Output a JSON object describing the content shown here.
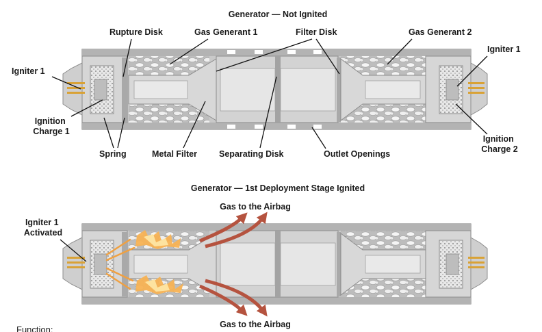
{
  "top": {
    "title": "Generator — Not Ignited",
    "labels": {
      "igniter_left": "Igniter 1",
      "ignition_charge_1": "Ignition\nCharge 1",
      "rupture_disk": "Rupture Disk",
      "gas_generant_1": "Gas Generant 1",
      "filter_disk": "Filter Disk",
      "gas_generant_2": "Gas Generant 2",
      "igniter_right": "Igniter 1",
      "ignition_charge_2": "Ignition\nCharge 2",
      "spring": "Spring",
      "metal_filter": "Metal Filter",
      "separating_disk": "Separating Disk",
      "outlet_openings": "Outlet Openings"
    }
  },
  "bottom": {
    "title": "Generator — 1st Deployment Stage Ignited",
    "labels": {
      "igniter_activated": "Igniter 1\nActivated",
      "gas_top": "Gas to the Airbag",
      "gas_bottom": "Gas to the Airbag"
    }
  },
  "footer": {
    "text": "Function:"
  },
  "colors": {
    "housing": "#c4c4c4",
    "housing_dark": "#8f8f8f",
    "inner": "#dcdcdc",
    "pellet": "#f2f2f2",
    "flame": "#f0a040",
    "gas_arrow": "#b5533f",
    "connector_pin": "#d9a235"
  }
}
